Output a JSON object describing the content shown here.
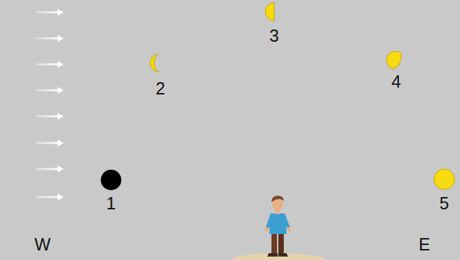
{
  "diagram": {
    "labels": [
      "3",
      "2",
      "4",
      "1",
      "5",
      "W",
      "E"
    ]
  }
}
